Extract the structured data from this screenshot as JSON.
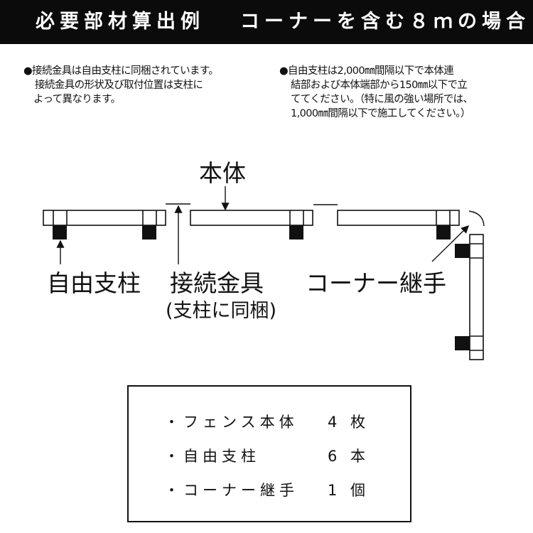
{
  "header": {
    "title": "必要部材算出例",
    "subtitle": "コーナーを含む８ｍの場合"
  },
  "notes": {
    "left": [
      "●接続金具は自由支柱に同梱されています。",
      "接続金具の形状及び取付位置は支柱に",
      "よって異なります。"
    ],
    "right": [
      "●自由支柱は2,000㎜間隔以下で本体連",
      "結部および本体端部から150㎜以下で立",
      "ててください。（特に風の強い場所では、",
      "1,000㎜間隔以下で施工してください。）"
    ]
  },
  "diagram": {
    "label_body": "本体",
    "label_post": "自由支柱",
    "label_connector": "接続金具",
    "label_connector_note": "(支柱に同梱)",
    "label_corner": "コーナー継手"
  },
  "parts": [
    {
      "name": "・フェンス本体",
      "qty": "4 枚"
    },
    {
      "name": "・自由支柱",
      "qty": "6 本"
    },
    {
      "name": "・コーナー継手",
      "qty": "1 個"
    }
  ]
}
